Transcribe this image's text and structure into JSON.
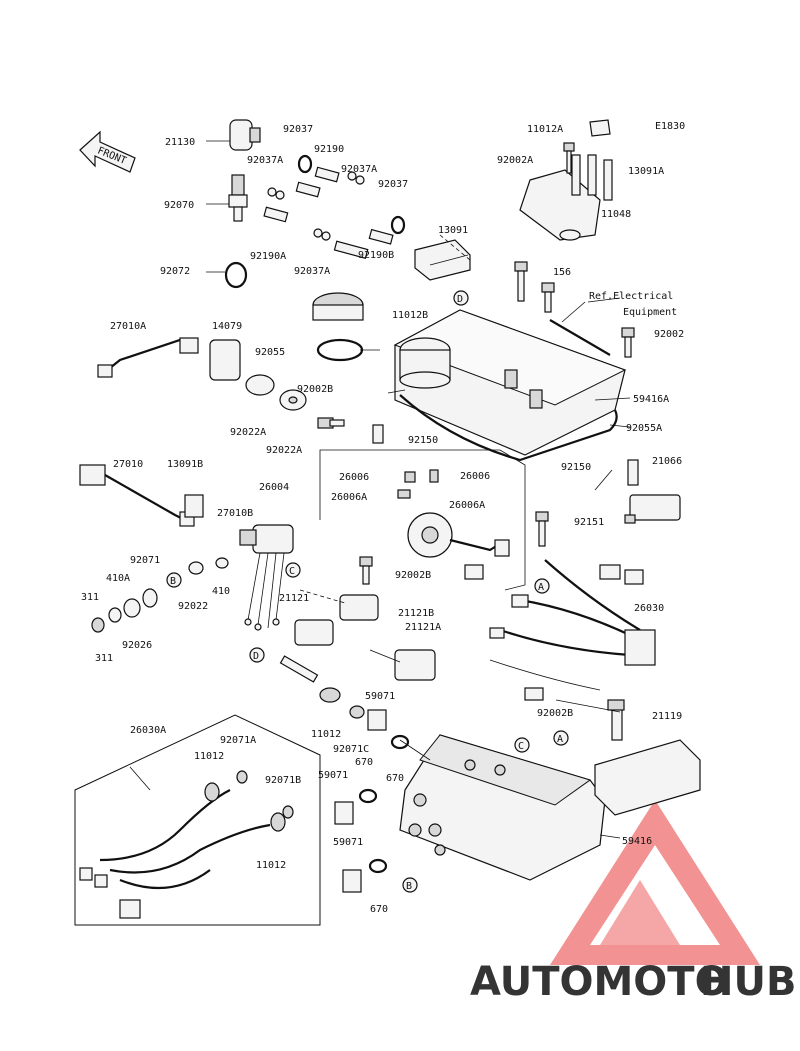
{
  "diagram_code": "E1830",
  "front_label": "FRONT",
  "reference": {
    "line1": "Ref.Electrical",
    "line2": "Equipment"
  },
  "labels": {
    "l21130": "21130",
    "l92037_top": "92037",
    "l92190": "92190",
    "l92037A_1": "92037A",
    "l92037A_2": "92037A",
    "l92037_2": "92037",
    "l92070": "92070",
    "l92190A": "92190A",
    "l92037A_3": "92037A",
    "l92190B": "92190B",
    "l13091": "13091",
    "l92072": "92072",
    "l11012A": "11012A",
    "l92002A": "92002A",
    "l13091A": "13091A",
    "l11048": "11048",
    "l156": "156",
    "l27010A": "27010A",
    "l14079": "14079",
    "l11012B": "11012B",
    "l92002": "92002",
    "l92055": "92055",
    "l92002B_1": "92002B",
    "l59416A": "59416A",
    "l92022A_1": "92022A",
    "l92022A_2": "92022A",
    "l92150_1": "92150",
    "l92055A": "92055A",
    "l26006_1": "26006",
    "l26006_2": "26006",
    "l92150_2": "92150",
    "l21066": "21066",
    "l27010": "27010",
    "l13091B": "13091B",
    "l26004": "26004",
    "l26006A_1": "26006A",
    "l26006A_2": "26006A",
    "l92151": "92151",
    "l27010B": "27010B",
    "l92071": "92071",
    "l410A": "410A",
    "l311_1": "311",
    "l311_2": "311",
    "l92026": "92026",
    "l410": "410",
    "l92022": "92022",
    "l92002B_2": "92002B",
    "l21121": "21121",
    "l21121B": "21121B",
    "l21121A": "21121A",
    "l26030": "26030",
    "l59071_1": "59071",
    "l11012_1": "11012",
    "l92071C": "92071C",
    "l670_1": "670",
    "l670_2": "670",
    "l92002B_3": "92002B",
    "l21119": "21119",
    "l26030A": "26030A",
    "l92071A": "92071A",
    "l11012_2": "11012",
    "l92071B": "92071B",
    "l11012_3": "11012",
    "l59071_2": "59071",
    "l59071_3": "59071",
    "l670_3": "670",
    "l59416": "59416"
  },
  "callouts": {
    "a1": "A",
    "a2": "A",
    "b1": "B",
    "b2": "B",
    "c1": "C",
    "c2": "C",
    "d1": "D",
    "d2": "D"
  },
  "watermark": {
    "part1": "AUTOMOTO",
    "part2": "HUB",
    "color_primary": "#e83a3a",
    "color_secondary": "#f2a93b",
    "color_tertiary": "#5a5a5a"
  }
}
